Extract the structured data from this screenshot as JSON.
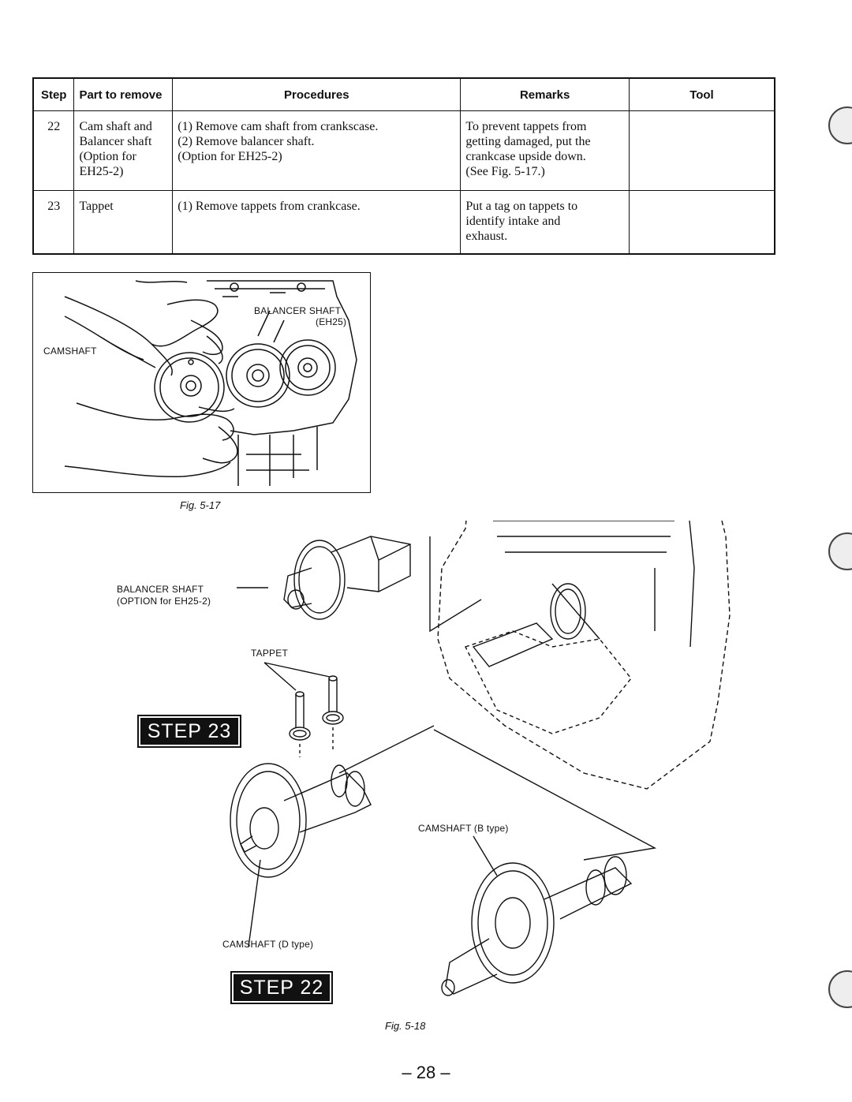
{
  "table": {
    "headers": {
      "step": "Step",
      "part": "Part to remove",
      "procedures": "Procedures",
      "remarks": "Remarks",
      "tool": "Tool"
    },
    "rows": [
      {
        "step": "22",
        "part": "Cam shaft and\nBalancer shaft\n(Option for\nEH25-2)",
        "procedures": "(1) Remove cam shaft from crankscase.\n(2) Remove balancer shaft.\n      (Option for EH25-2)",
        "remarks": "To prevent tappets from\ngetting damaged, put the\ncrankcase upside down.\n(See Fig. 5-17.)",
        "tool": ""
      },
      {
        "step": "23",
        "part": "Tappet",
        "procedures": "(1) Remove tappets from crankcase.",
        "remarks": "Put a tag on tappets to\nidentify intake and\nexhaust.",
        "tool": ""
      }
    ]
  },
  "fig17": {
    "caption": "Fig. 5-17",
    "labels": {
      "balancer_shaft": "BALANCER SHAFT",
      "eh25": "(EH25)",
      "camshaft": "CAMSHAFT"
    }
  },
  "fig18": {
    "caption": "Fig. 5-18",
    "labels": {
      "balancer_shaft": "BALANCER SHAFT",
      "balancer_option": "(OPTION for EH25-2)",
      "tappet": "TAPPET",
      "camshaft_b": "CAMSHAFT (B type)",
      "camshaft_d": "CAMSHAFT (D type)"
    },
    "step23": "STEP 23",
    "step22": "STEP 22"
  },
  "page_number": "– 28 –"
}
